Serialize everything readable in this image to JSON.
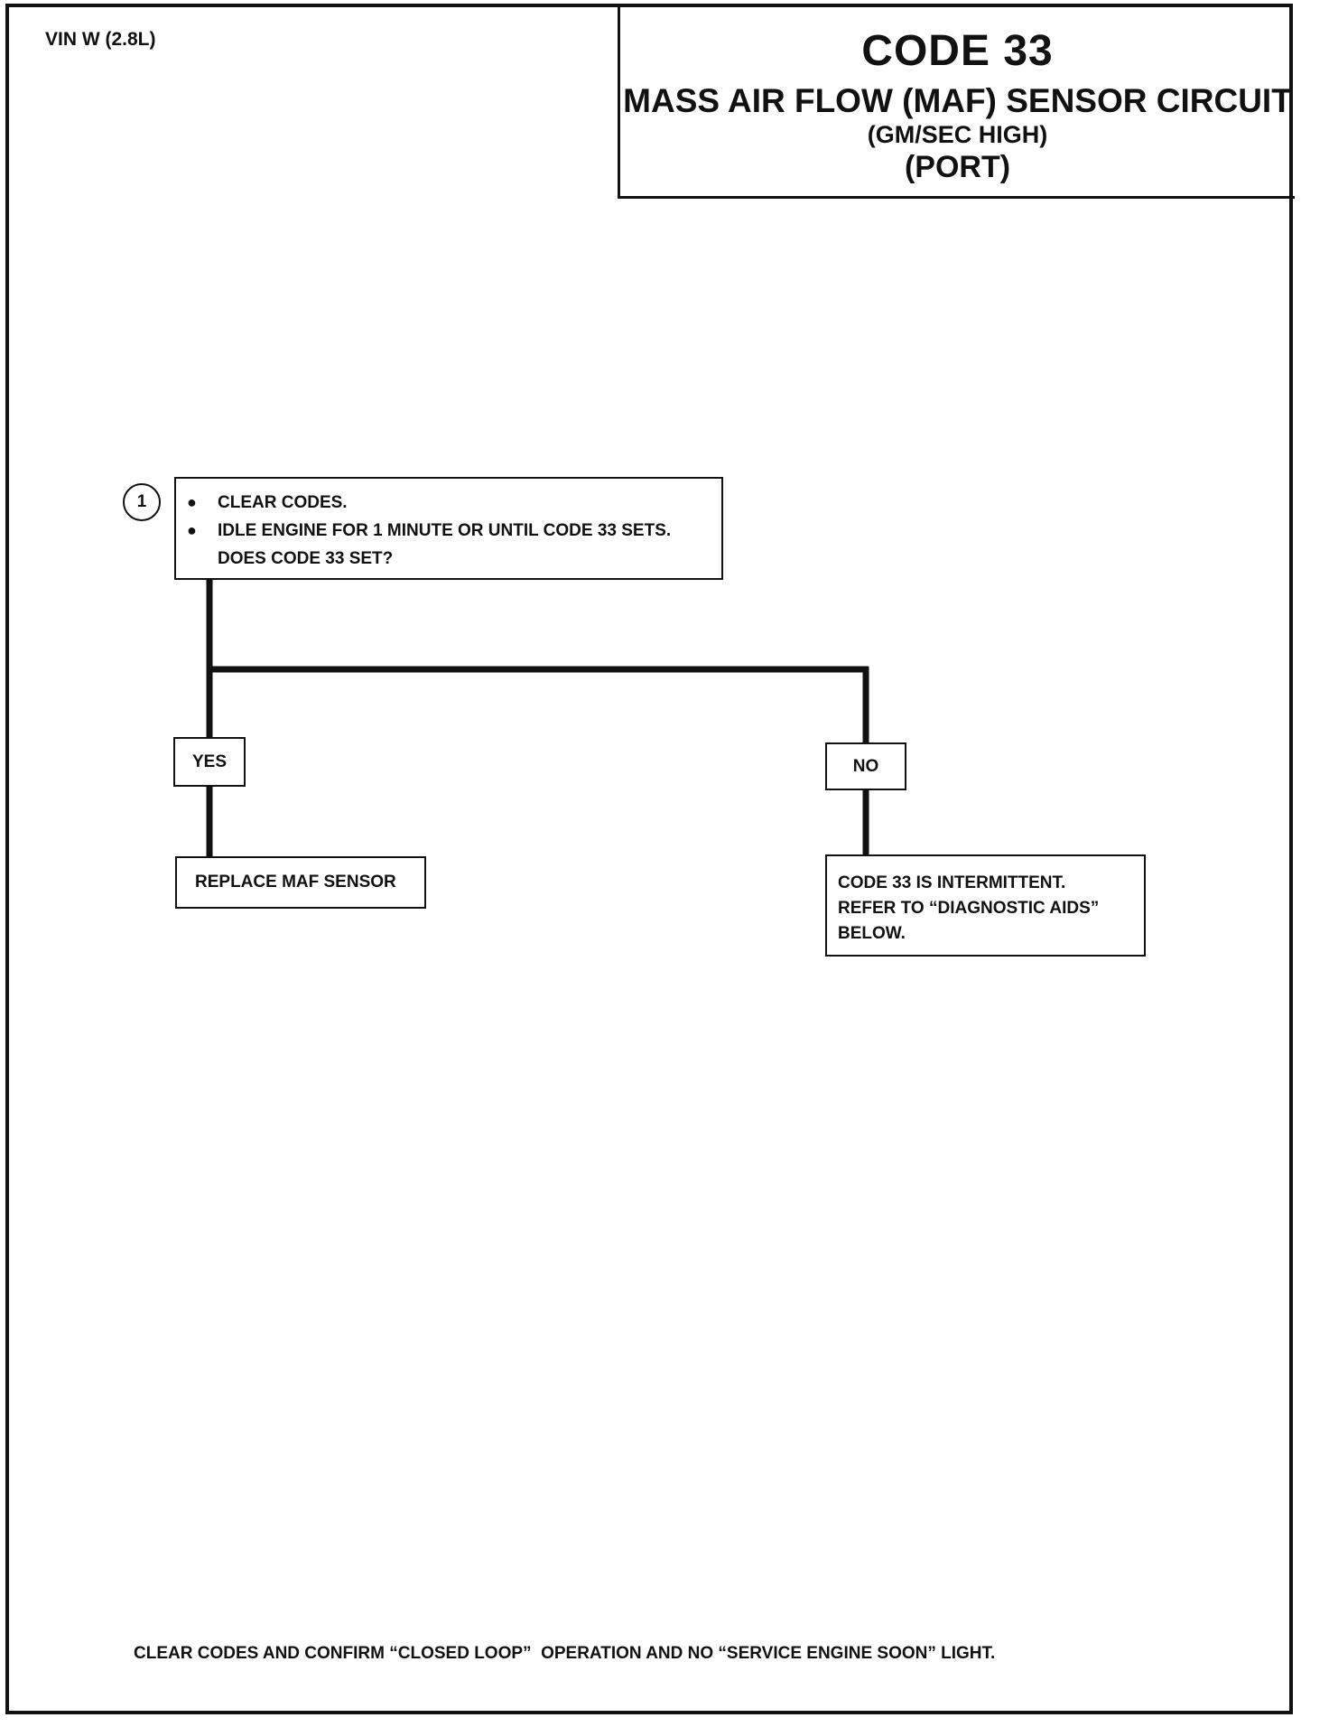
{
  "header": {
    "vin": "VIN W (2.8L)",
    "code": "CODE 33",
    "title": "MASS AIR FLOW (MAF) SENSOR CIRCUIT",
    "subtitle1": "(GM/SEC HIGH)",
    "subtitle2": "(PORT)"
  },
  "step": {
    "number": "1",
    "bullet_symbol": "●",
    "bullets": [
      "CLEAR CODES.",
      "IDLE ENGINE FOR 1 MINUTE OR  UNTIL CODE 33 SETS."
    ],
    "question": "DOES CODE 33 SET?"
  },
  "branches": {
    "yes_label": "YES",
    "no_label": "NO",
    "yes_result": "REPLACE MAF SENSOR",
    "no_result": [
      "CODE 33 IS INTERMITTENT.",
      "REFER TO “DIAGNOSTIC AIDS”",
      "BELOW."
    ]
  },
  "footer": {
    "text": "CLEAR CODES AND CONFIRM “CLOSED LOOP”  OPERATION AND NO “SERVICE ENGINE SOON” LIGHT."
  }
}
